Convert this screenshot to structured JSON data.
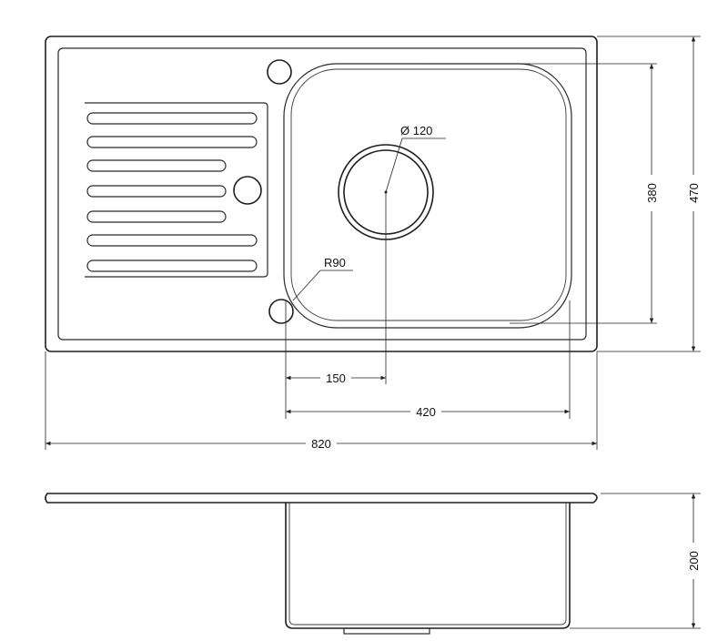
{
  "dimensions": {
    "overall_width": "820",
    "overall_depth": "470",
    "bowl_depth": "380",
    "bowl_width": "420",
    "drain_offset": "150",
    "drain_diameter": "Ø 120",
    "corner_radius": "R90",
    "bowl_height": "200"
  },
  "colors": {
    "line": "#1e1e1e",
    "background": "#ffffff"
  }
}
